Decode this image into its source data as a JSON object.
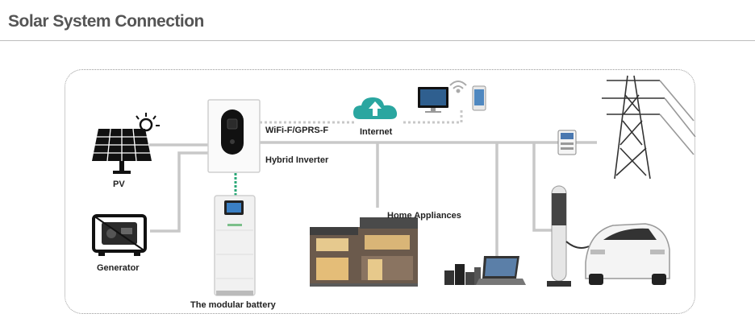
{
  "page": {
    "title": "Solar System Connection"
  },
  "labels": {
    "pv": "PV",
    "generator": "Generator",
    "inverter": "Hybrid Inverter",
    "wifi": "WiFi-F/GPRS-F",
    "internet": "Internet",
    "battery": "The modular battery",
    "home": "Home Appliances"
  },
  "icons": [
    "solar-panel-icon",
    "sun-icon",
    "generator-icon",
    "inverter-icon",
    "battery-icon",
    "cloud-upload-icon",
    "monitor-icon",
    "phone-icon",
    "wifi-icon",
    "power-tower-icon",
    "meter-icon",
    "house-icon",
    "appliances-icon",
    "laptop-icon",
    "charger-icon",
    "car-icon"
  ],
  "colors": {
    "line": "#c8c8c8",
    "dc_line": "#2aa877",
    "cloud": "#2aa6a0",
    "title": "#555555"
  }
}
